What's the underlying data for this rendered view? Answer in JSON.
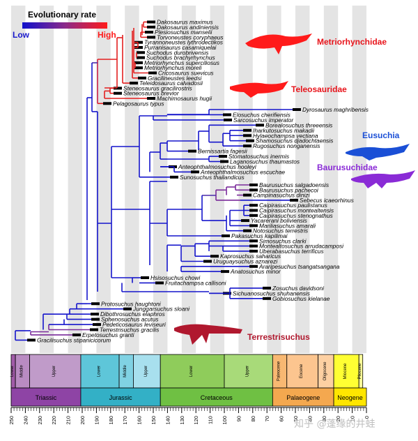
{
  "legend": {
    "title": "Evolutionary rate",
    "low": "Low",
    "high": "High",
    "low_color": "#1111cc",
    "mid_color": "#8a2a8a",
    "high_color": "#ff1a1a"
  },
  "clade_labels": [
    {
      "text": "Metriorhynchidae",
      "color": "#e8141b"
    },
    {
      "text": "Teleosauridae",
      "color": "#e8141b"
    },
    {
      "text": "Eusuchia",
      "color": "#1b4fd6"
    },
    {
      "text": "Baurusuchidae",
      "color": "#8a2bd6"
    },
    {
      "text": "Terrestrisuchus",
      "color": "#b0182e"
    }
  ],
  "taxa": [
    "Dakosaurus maximus",
    "Dakosaurus andiniensis",
    "Plesiosuchus manselii",
    "Torvoneustes coryphaeus",
    "Tyrannoneustes lythrodectikos",
    "Purranisaurus casamiquelai",
    "Suchodus durobrivensis",
    "Suchodus brachyrhynchus",
    "Metriorhynchus superciliosus",
    "Metriorhynchus moreli",
    "Cricosaurus suevicus",
    "Gracilineustes leedsi",
    "Teleidosaurus calvadosii",
    "Steneosaurus gracilirostris",
    "Steneosaurus brevior",
    "Machimosaurus hugii",
    "Pelagosaurus typus",
    "Dyrosaurus maghribensis",
    "Elosuchus cherifiensis",
    "Sarcosuchus imperator",
    "Borealosuchus threeensis",
    "Iharkutosuchus makadii",
    "Hylaeochampsa vectiana",
    "Shamosuchus djadochtaensis",
    "Rugosuchus nonganensis",
    "Bernissartia fagesii",
    "Stomatosuchus inermis",
    "Laganosuchus thaumastos",
    "Anteophthalmosuchus hooleyi",
    "Anteophthalmosuchus escuchae",
    "Sunosuchus thailandicus",
    "Baurusuchus salgadoensis",
    "Baurusuchus pachecoi",
    "Campinasuchus dinizi",
    "Sebecus icaeorhinus",
    "Caipirasuchus paulistanus",
    "Caipirasuchus montealtensis",
    "Caipirasuchus stenognathus",
    "Yacarerani boliviensis",
    "Mariliasuchus amarali",
    "Notosuchus terrestris",
    "Pakasuchus kapilimai",
    "Simosuchus clarki",
    "Montealtosuchus arrudacamposi",
    "Uberabasuchus terrificus",
    "Kaprosuchus saharicus",
    "Uruguaysuchus aznarezi",
    "Araripesuchus tsangatsangana",
    "Anatosuchus minor",
    "Hsisosuchus chowi",
    "Fruitachampsa callisoni",
    "Zosuchus davidsoni",
    "Sichuanosuchus shuhanensis",
    "Gobiosuchus kielanae",
    "Protosuchus haughtoni",
    "Junggarsuchus sloani",
    "Dibothrosuchus elaphros",
    "Sphenosuchus acutus",
    "Pedeticosaurus leviseuri",
    "Terrestrisuchus gracilis",
    "Erpetosuchus granti",
    "Gracilisuchus stipanicicorum"
  ],
  "timescale": {
    "epochs": [
      "Lower",
      "Middle",
      "Upper",
      "Lower",
      "Middle",
      "Upper",
      "Lower",
      "Upper",
      "Paleocene",
      "Eocene",
      "Oligocene",
      "Miocene",
      "Pliocene"
    ],
    "periods": [
      {
        "name": "Triassic",
        "color": "#8e44a5"
      },
      {
        "name": "Jurassic",
        "color": "#33b0c6"
      },
      {
        "name": "Cretaceous",
        "color": "#6fc043"
      },
      {
        "name": "Palaeogene",
        "color": "#f4a84f"
      },
      {
        "name": "Neogene",
        "color": "#ffe600"
      }
    ],
    "ticks": [
      "250",
      "240",
      "230",
      "220",
      "210",
      "200",
      "190",
      "180",
      "170",
      "160",
      "150",
      "140",
      "130",
      "120",
      "110",
      "100",
      "90",
      "80",
      "70",
      "60",
      "50",
      "40",
      "30",
      "20",
      "10",
      "0"
    ]
  },
  "watermark": "知乎 @蓬缘的井蛙"
}
